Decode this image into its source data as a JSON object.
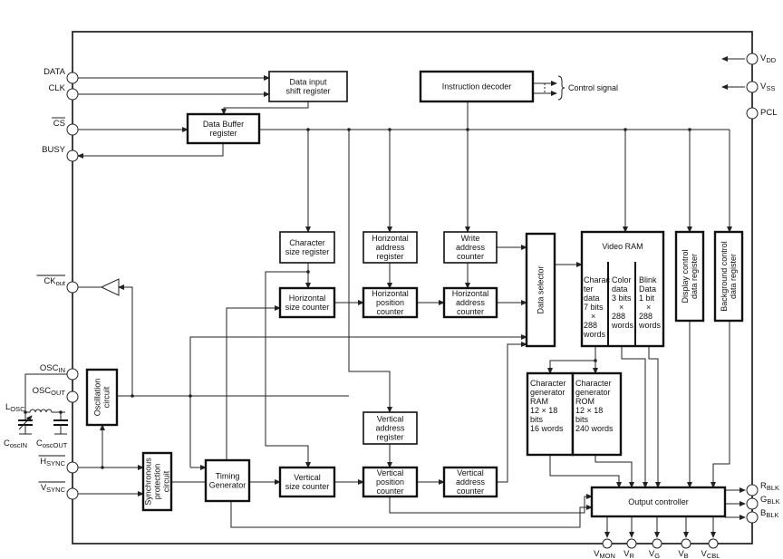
{
  "blocks": {
    "data_input_shift_register": {
      "lines": [
        "Data input",
        "shift register"
      ]
    },
    "instruction_decoder": {
      "lines": [
        "Instruction decoder"
      ]
    },
    "data_buffer_register": {
      "lines": [
        "Data Buffer",
        "register"
      ]
    },
    "character_size_register": {
      "lines": [
        "Character",
        "size register"
      ]
    },
    "horizontal_address_register": {
      "lines": [
        "Horizontal",
        "address",
        "register"
      ]
    },
    "write_address_counter": {
      "lines": [
        "Write",
        "address",
        "counter"
      ]
    },
    "horizontal_size_counter": {
      "lines": [
        "Horizontal",
        "size counter"
      ]
    },
    "horizontal_position_counter": {
      "lines": [
        "Horizontal",
        "position",
        "counter"
      ]
    },
    "horizontal_address_counter": {
      "lines": [
        "Horizontal",
        "address",
        "counter"
      ]
    },
    "data_selector": {
      "lines": [
        "Data selector"
      ]
    },
    "display_control_data_register": {
      "lines": [
        "Display control",
        "data register"
      ]
    },
    "background_control_data_register": {
      "lines": [
        "Background control",
        "data register"
      ]
    },
    "vertical_address_register": {
      "lines": [
        "Vertical",
        "address",
        "register"
      ]
    },
    "vertical_size_counter": {
      "lines": [
        "Vertical",
        "size counter"
      ]
    },
    "vertical_position_counter": {
      "lines": [
        "Vertical",
        "position",
        "counter"
      ]
    },
    "vertical_address_counter": {
      "lines": [
        "Vertical",
        "address",
        "counter"
      ]
    },
    "timing_generator": {
      "lines": [
        "Timing",
        "Generator"
      ]
    },
    "oscillation_circuit": {
      "lines": [
        "Oscillation",
        "circuit"
      ]
    },
    "synchronous_protection_circuit": {
      "lines": [
        "Synchronous",
        "protection",
        "circuit"
      ]
    },
    "output_controller": {
      "lines": [
        "Output controller"
      ]
    },
    "character_generator_ram": {
      "lines": [
        "Character",
        "generator",
        "RAM",
        "12 × 18",
        "bits",
        "16 words"
      ]
    },
    "character_generator_rom": {
      "lines": [
        "Character",
        "generator",
        "ROM",
        "12 × 18",
        "bits",
        "240 words"
      ]
    }
  },
  "video_ram": {
    "title": "Video RAM",
    "columns": [
      {
        "lines": [
          "Charac",
          "ter",
          "data",
          "7 bits",
          "×",
          "288",
          "words"
        ]
      },
      {
        "lines": [
          "Color",
          "data",
          "3 bits",
          "×",
          "288",
          "words"
        ]
      },
      {
        "lines": [
          "Blink",
          "Data",
          "1 bit",
          "×",
          "288",
          "words"
        ]
      }
    ]
  },
  "control_signal_label": "Control signal",
  "pins": {
    "left": [
      {
        "id": "data",
        "main": "DATA",
        "sub": "",
        "overline": false
      },
      {
        "id": "clk",
        "main": "CLK",
        "sub": "",
        "overline": false
      },
      {
        "id": "cs",
        "main": "CS",
        "sub": "",
        "overline": true
      },
      {
        "id": "busy",
        "main": "BUSY",
        "sub": "",
        "overline": false
      },
      {
        "id": "ckout",
        "main": "CK",
        "sub": "out",
        "overline": true
      },
      {
        "id": "oscin",
        "main": "OSC",
        "sub": "IN",
        "overline": false
      },
      {
        "id": "oscout",
        "main": "OSC",
        "sub": "OUT",
        "overline": false
      },
      {
        "id": "hsync",
        "main": "H",
        "sub": "SYNC",
        "overline": true
      },
      {
        "id": "vsync",
        "main": "V",
        "sub": "SYNC",
        "overline": true
      }
    ],
    "right": [
      {
        "id": "vdd",
        "main": "V",
        "sub": "DD"
      },
      {
        "id": "vss",
        "main": "V",
        "sub": "SS"
      },
      {
        "id": "pcl",
        "main": "PCL",
        "sub": ""
      },
      {
        "id": "rblk",
        "main": "R",
        "sub": "BLK"
      },
      {
        "id": "gblk",
        "main": "G",
        "sub": "BLK"
      },
      {
        "id": "bblk",
        "main": "B",
        "sub": "BLK"
      }
    ],
    "bottom": [
      {
        "id": "vmon",
        "main": "V",
        "sub": "MON"
      },
      {
        "id": "vr",
        "main": "V",
        "sub": "R"
      },
      {
        "id": "vg",
        "main": "V",
        "sub": "G"
      },
      {
        "id": "vb",
        "main": "V",
        "sub": "B"
      },
      {
        "id": "vcbl",
        "main": "V",
        "sub": "CBL"
      }
    ]
  },
  "external": {
    "losc": {
      "main": "L",
      "sub": "OSC"
    },
    "cosc_in": {
      "main": "C",
      "sub": "oscIN"
    },
    "cosc_out": {
      "main": "C",
      "sub": "oscOUT"
    }
  }
}
